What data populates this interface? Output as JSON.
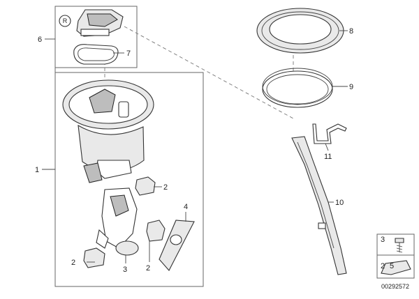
{
  "callouts": {
    "c1": "1",
    "c2a": "2",
    "c2b": "2",
    "c2c": "2",
    "c2d": "2",
    "c3a": "3",
    "c3b": "3",
    "c4": "4",
    "c5": "5",
    "c6": "6",
    "c7": "7",
    "c8": "8",
    "c9": "9",
    "c10": "10",
    "c11": "11"
  },
  "badge_text": "R",
  "diagram_code": "00292572"
}
